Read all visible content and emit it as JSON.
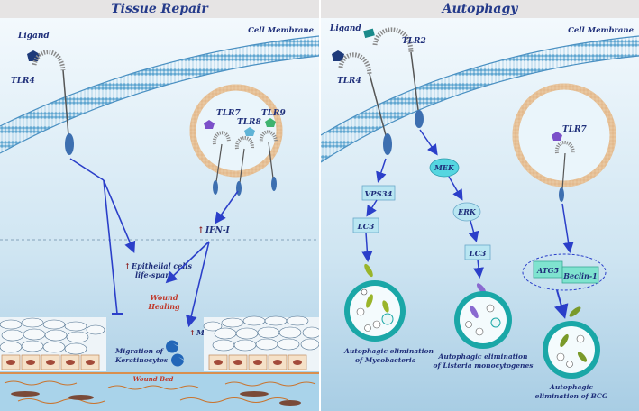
{
  "panels": {
    "left": {
      "title": "Tissue Repair",
      "labels": {
        "ligand": "Ligand",
        "cell_membrane": "Cell Membrane",
        "tlr4": "TLR4",
        "tlr7": "TLR7",
        "tlr8": "TLR8",
        "tlr9": "TLR9",
        "ifn": "IFN-I",
        "epithelial_1": "Epithelial cells",
        "epithelial_2": "life-span",
        "wound_1": "Wound",
        "wound_2": "Healing",
        "mmps": "MMPs",
        "migration_1": "Migration of",
        "migration_2": "Keratinocytes",
        "wound_bed": "Wound Bed"
      }
    },
    "right": {
      "title": "Autophagy",
      "labels": {
        "ligand": "Ligand",
        "cell_membrane": "Cell Membrane",
        "tlr2": "TLR2",
        "tlr4": "TLR4",
        "tlr7": "TLR7",
        "mek": "MEK",
        "erk": "ERK",
        "vps34": "VPS34",
        "lc3_a": "LC3",
        "lc3_b": "LC3",
        "atg5": "ATG5",
        "beclin": "Beclin-1",
        "myco_1": "Autophagic elimination",
        "myco_2": "of Mycobacteria",
        "listeria_1": "Autophagic elimination",
        "listeria_2": "of Listeria monocytogenes",
        "bcg_1": "Autophagic",
        "bcg_2": "elimination of BCG"
      }
    }
  },
  "colors": {
    "title": "#243a8a",
    "label": "#1f2f7a",
    "arrow": "#2b3fc9",
    "wound_text": "#c0392b",
    "membrane": "#74b3d8",
    "ligand": "#1e3a7a",
    "tlr2_ligand": "#1b8a8a",
    "tlr7_ligand": "#7b4fc9",
    "tlr8_ligand": "#5fb3d6",
    "tlr9_ligand": "#3fb36f",
    "mek": "#55d6e0",
    "lc3": "#b9e6f2",
    "atg5": "#7fe3cf",
    "phagosome": "#1aa7a7"
  }
}
